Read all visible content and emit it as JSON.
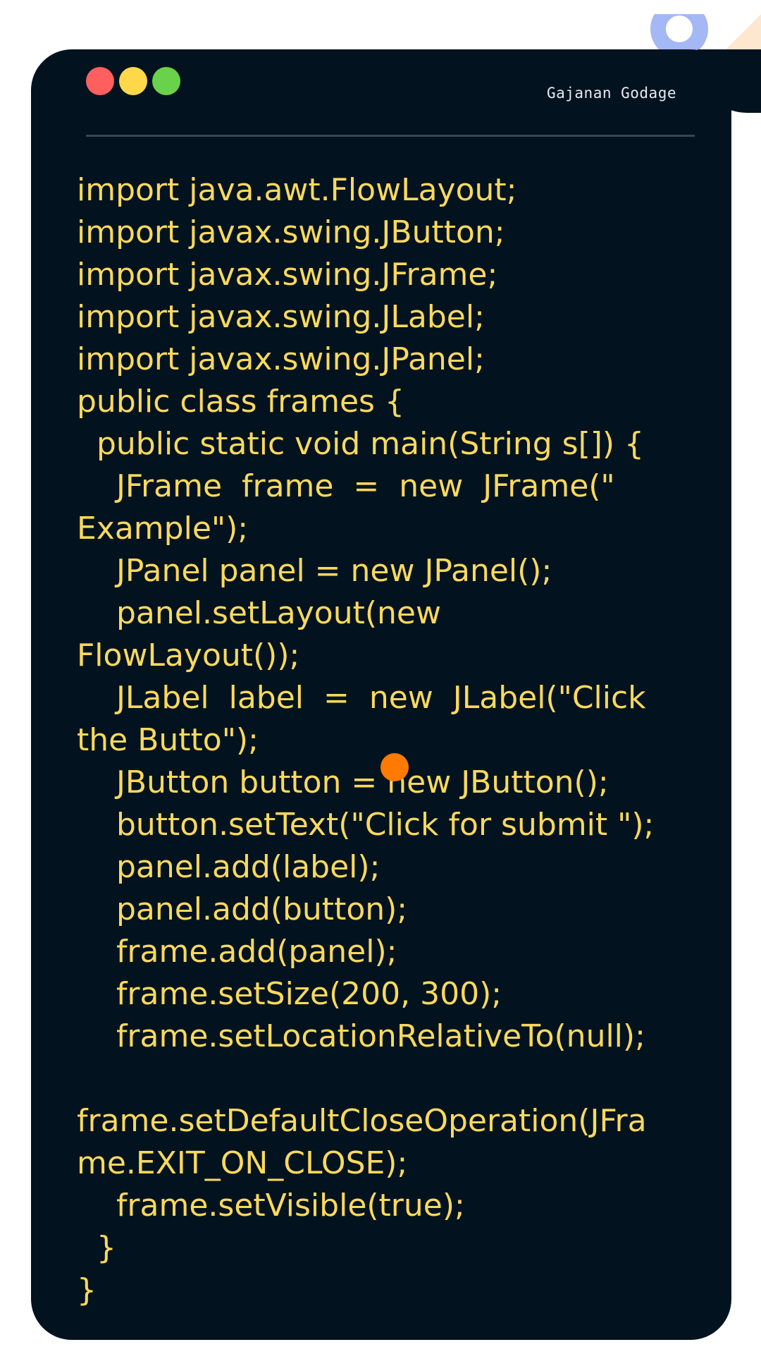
{
  "window": {
    "author": "Gajanan Godage",
    "traffic_lights": [
      {
        "name": "close",
        "color": "#ff5f5f"
      },
      {
        "name": "minimize",
        "color": "#ffd84a"
      },
      {
        "name": "maximize",
        "color": "#6ad24a"
      }
    ]
  },
  "code": {
    "lines": [
      "import java.awt.FlowLayout;",
      "import javax.swing.JButton;",
      "import javax.swing.JFrame;",
      "import javax.swing.JLabel;",
      "import javax.swing.JPanel;",
      "public class frames {",
      "  public static void main(String s[]) {",
      "    JFrame  frame  =  new  JFrame(\"",
      "Example\");",
      "    JPanel panel = new JPanel();",
      "    panel.setLayout(new",
      "FlowLayout());",
      "    JLabel  label  =  new  JLabel(\"Click",
      "the Butto\");",
      "    JButton button = new JButton();",
      "    button.setText(\"Click for submit \");",
      "    panel.add(label);",
      "    panel.add(button);",
      "    frame.add(panel);",
      "    frame.setSize(200, 300);",
      "    frame.setLocationRelativeTo(null);",
      "",
      "frame.setDefaultCloseOperation(JFra",
      "me.EXIT_ON_CLOSE);",
      "    frame.setVisible(true);",
      "  }",
      "}"
    ]
  },
  "colors": {
    "code_text": "#fbd95c",
    "editor_background": "#02131f",
    "cursor": "#ff7a00"
  }
}
